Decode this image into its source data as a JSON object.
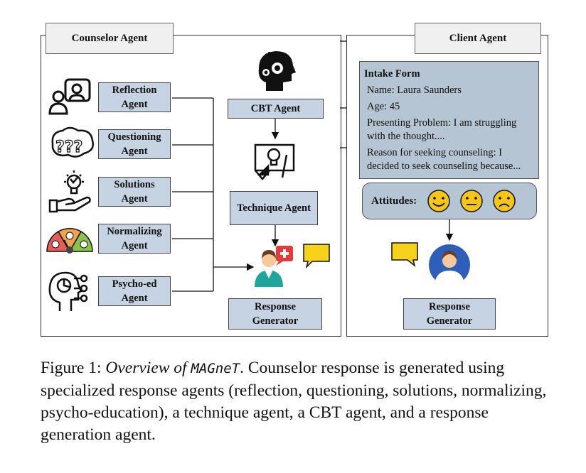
{
  "counselor": {
    "title": "Counselor Agent",
    "agents": [
      {
        "label": "Reflection Agent",
        "icon": "people-chat-icon"
      },
      {
        "label": "Questioning Agent",
        "icon": "question-marks-icon"
      },
      {
        "label": "Solutions Agent",
        "icon": "hand-lightbulb-icon"
      },
      {
        "label": "Normalizing Agent",
        "icon": "mood-gauge-icon"
      },
      {
        "label": "Psycho-ed Agent",
        "icon": "head-checklist-icon"
      }
    ],
    "cbt_agent": "CBT Agent",
    "technique_agent": "Technique Agent",
    "response_generator": "Response Generator"
  },
  "client": {
    "title": "Client Agent",
    "intake": {
      "title": "Intake Form",
      "name": "Name: Laura Saunders",
      "age": "Age: 45",
      "problem": "Presenting Problem: I am struggling with the thought....",
      "reason": "Reason for seeking counseling: I decided to seek counseling because..."
    },
    "attitudes_label": "Attitudes:",
    "response_generator": "Response Generator"
  },
  "caption": {
    "prefix": "Figure 1: ",
    "italic": "Overview of ",
    "system": "MAGneT",
    "rest": ". Counselor response is generated using specialized response agents (reflection, questioning, solutions, normalizing, psycho-education), a technique agent, a CBT agent, and a response generation agent."
  },
  "colors": {
    "box": "#c5d3e2",
    "intake": "#b5c5d3",
    "speech": "#f7d21b",
    "face": "#f5c518"
  }
}
